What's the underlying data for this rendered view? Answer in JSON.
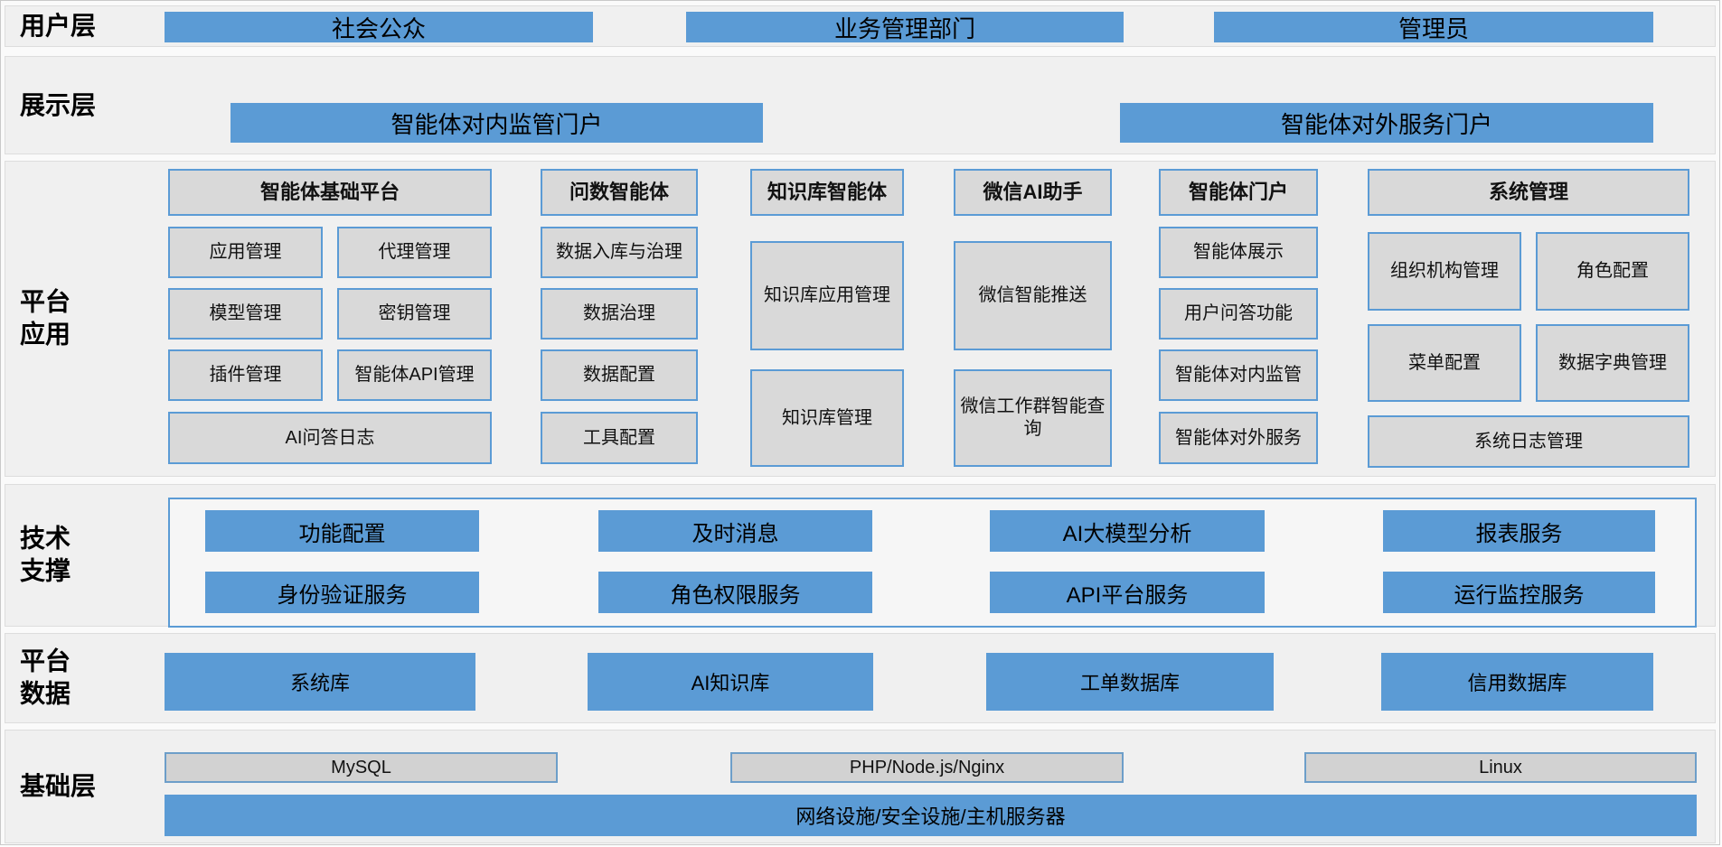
{
  "colors": {
    "accent_blue": "#5b9bd5",
    "box_fill": "#d9d9d9",
    "infra_box_fill": "#d2d2d2",
    "band_bg": "#f0f0f0",
    "text": "#000000"
  },
  "layers": {
    "user": {
      "label": "用户层",
      "items": [
        "社会公众",
        "业务管理部门",
        "管理员"
      ]
    },
    "display": {
      "label": "展示层",
      "items": [
        "智能体对内监管门户",
        "智能体对外服务门户"
      ]
    },
    "platform": {
      "label": "平台\n应用",
      "columns": [
        {
          "type": "pairs",
          "header": "智能体基础平台",
          "items": [
            "应用管理",
            "代理管理",
            "模型管理",
            "密钥管理",
            "插件管理",
            "智能体API管理"
          ],
          "footer": "AI问答日志"
        },
        {
          "type": "list",
          "header": "问数智能体",
          "items": [
            "数据入库与治理",
            "数据治理",
            "数据配置",
            "工具配置"
          ]
        },
        {
          "type": "tall",
          "header": "知识库智能体",
          "items": [
            "知识库应用管理",
            "知识库管理"
          ]
        },
        {
          "type": "tall",
          "header": "微信AI助手",
          "items": [
            "微信智能推送",
            "微信工作群智能查询"
          ]
        },
        {
          "type": "list",
          "header": "智能体门户",
          "items": [
            "智能体展示",
            "用户问答功能",
            "智能体对内监管",
            "智能体对外服务"
          ]
        },
        {
          "type": "sys",
          "header": "系统管理",
          "items": [
            "组织机构管理",
            "角色配置",
            "菜单配置",
            "数据字典管理"
          ],
          "footer": "系统日志管理"
        }
      ]
    },
    "tech": {
      "label": "技术\n支撑",
      "rows": [
        [
          "功能配置",
          "及时消息",
          "AI大模型分析",
          "报表服务"
        ],
        [
          "身份验证服务",
          "角色权限服务",
          "API平台服务",
          "运行监控服务"
        ]
      ]
    },
    "data": {
      "label": "平台\n数据",
      "items": [
        "系统库",
        "AI知识库",
        "工单数据库",
        "信用数据库"
      ]
    },
    "infra": {
      "label": "基础层",
      "items": [
        "MySQL",
        "PHP/Node.js/Nginx",
        "Linux"
      ],
      "full_item": "网络设施/安全设施/主机服务器"
    }
  }
}
